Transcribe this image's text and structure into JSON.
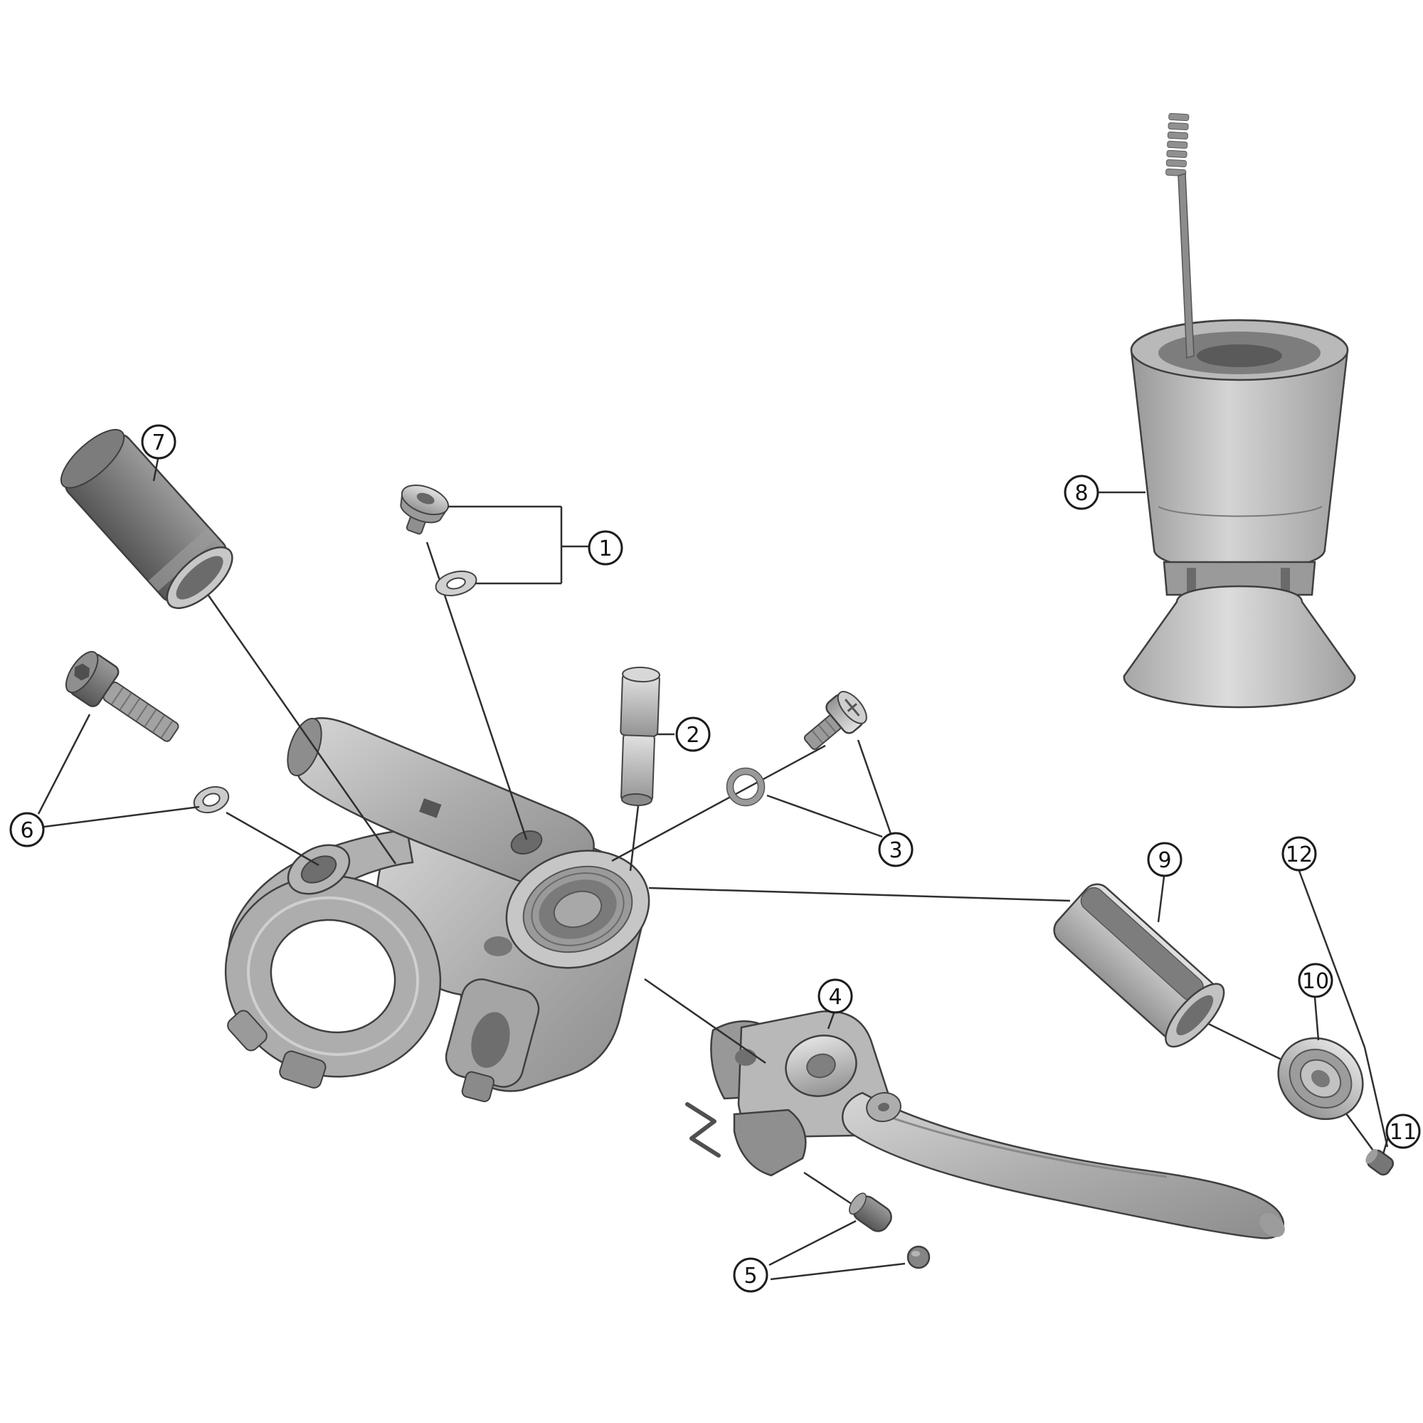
{
  "diagram": {
    "type": "exploded-parts-diagram",
    "background": "#ffffff",
    "colors": {
      "line": "#2f2f2f",
      "part_outline": "#3f3f3f",
      "part_light": "#d9d9d9",
      "part_mid": "#adadad",
      "part_dark": "#6e6e6e",
      "callout_fill": "#ffffff",
      "callout_stroke": "#1d1d1d",
      "callout_text": "#111111"
    },
    "callouts": [
      {
        "label": "1"
      },
      {
        "label": "2"
      },
      {
        "label": "3"
      },
      {
        "label": "4"
      },
      {
        "label": "5"
      },
      {
        "label": "6"
      },
      {
        "label": "7"
      },
      {
        "label": "8"
      },
      {
        "label": "9"
      },
      {
        "label": "10"
      },
      {
        "label": "11"
      },
      {
        "label": "12"
      }
    ]
  }
}
